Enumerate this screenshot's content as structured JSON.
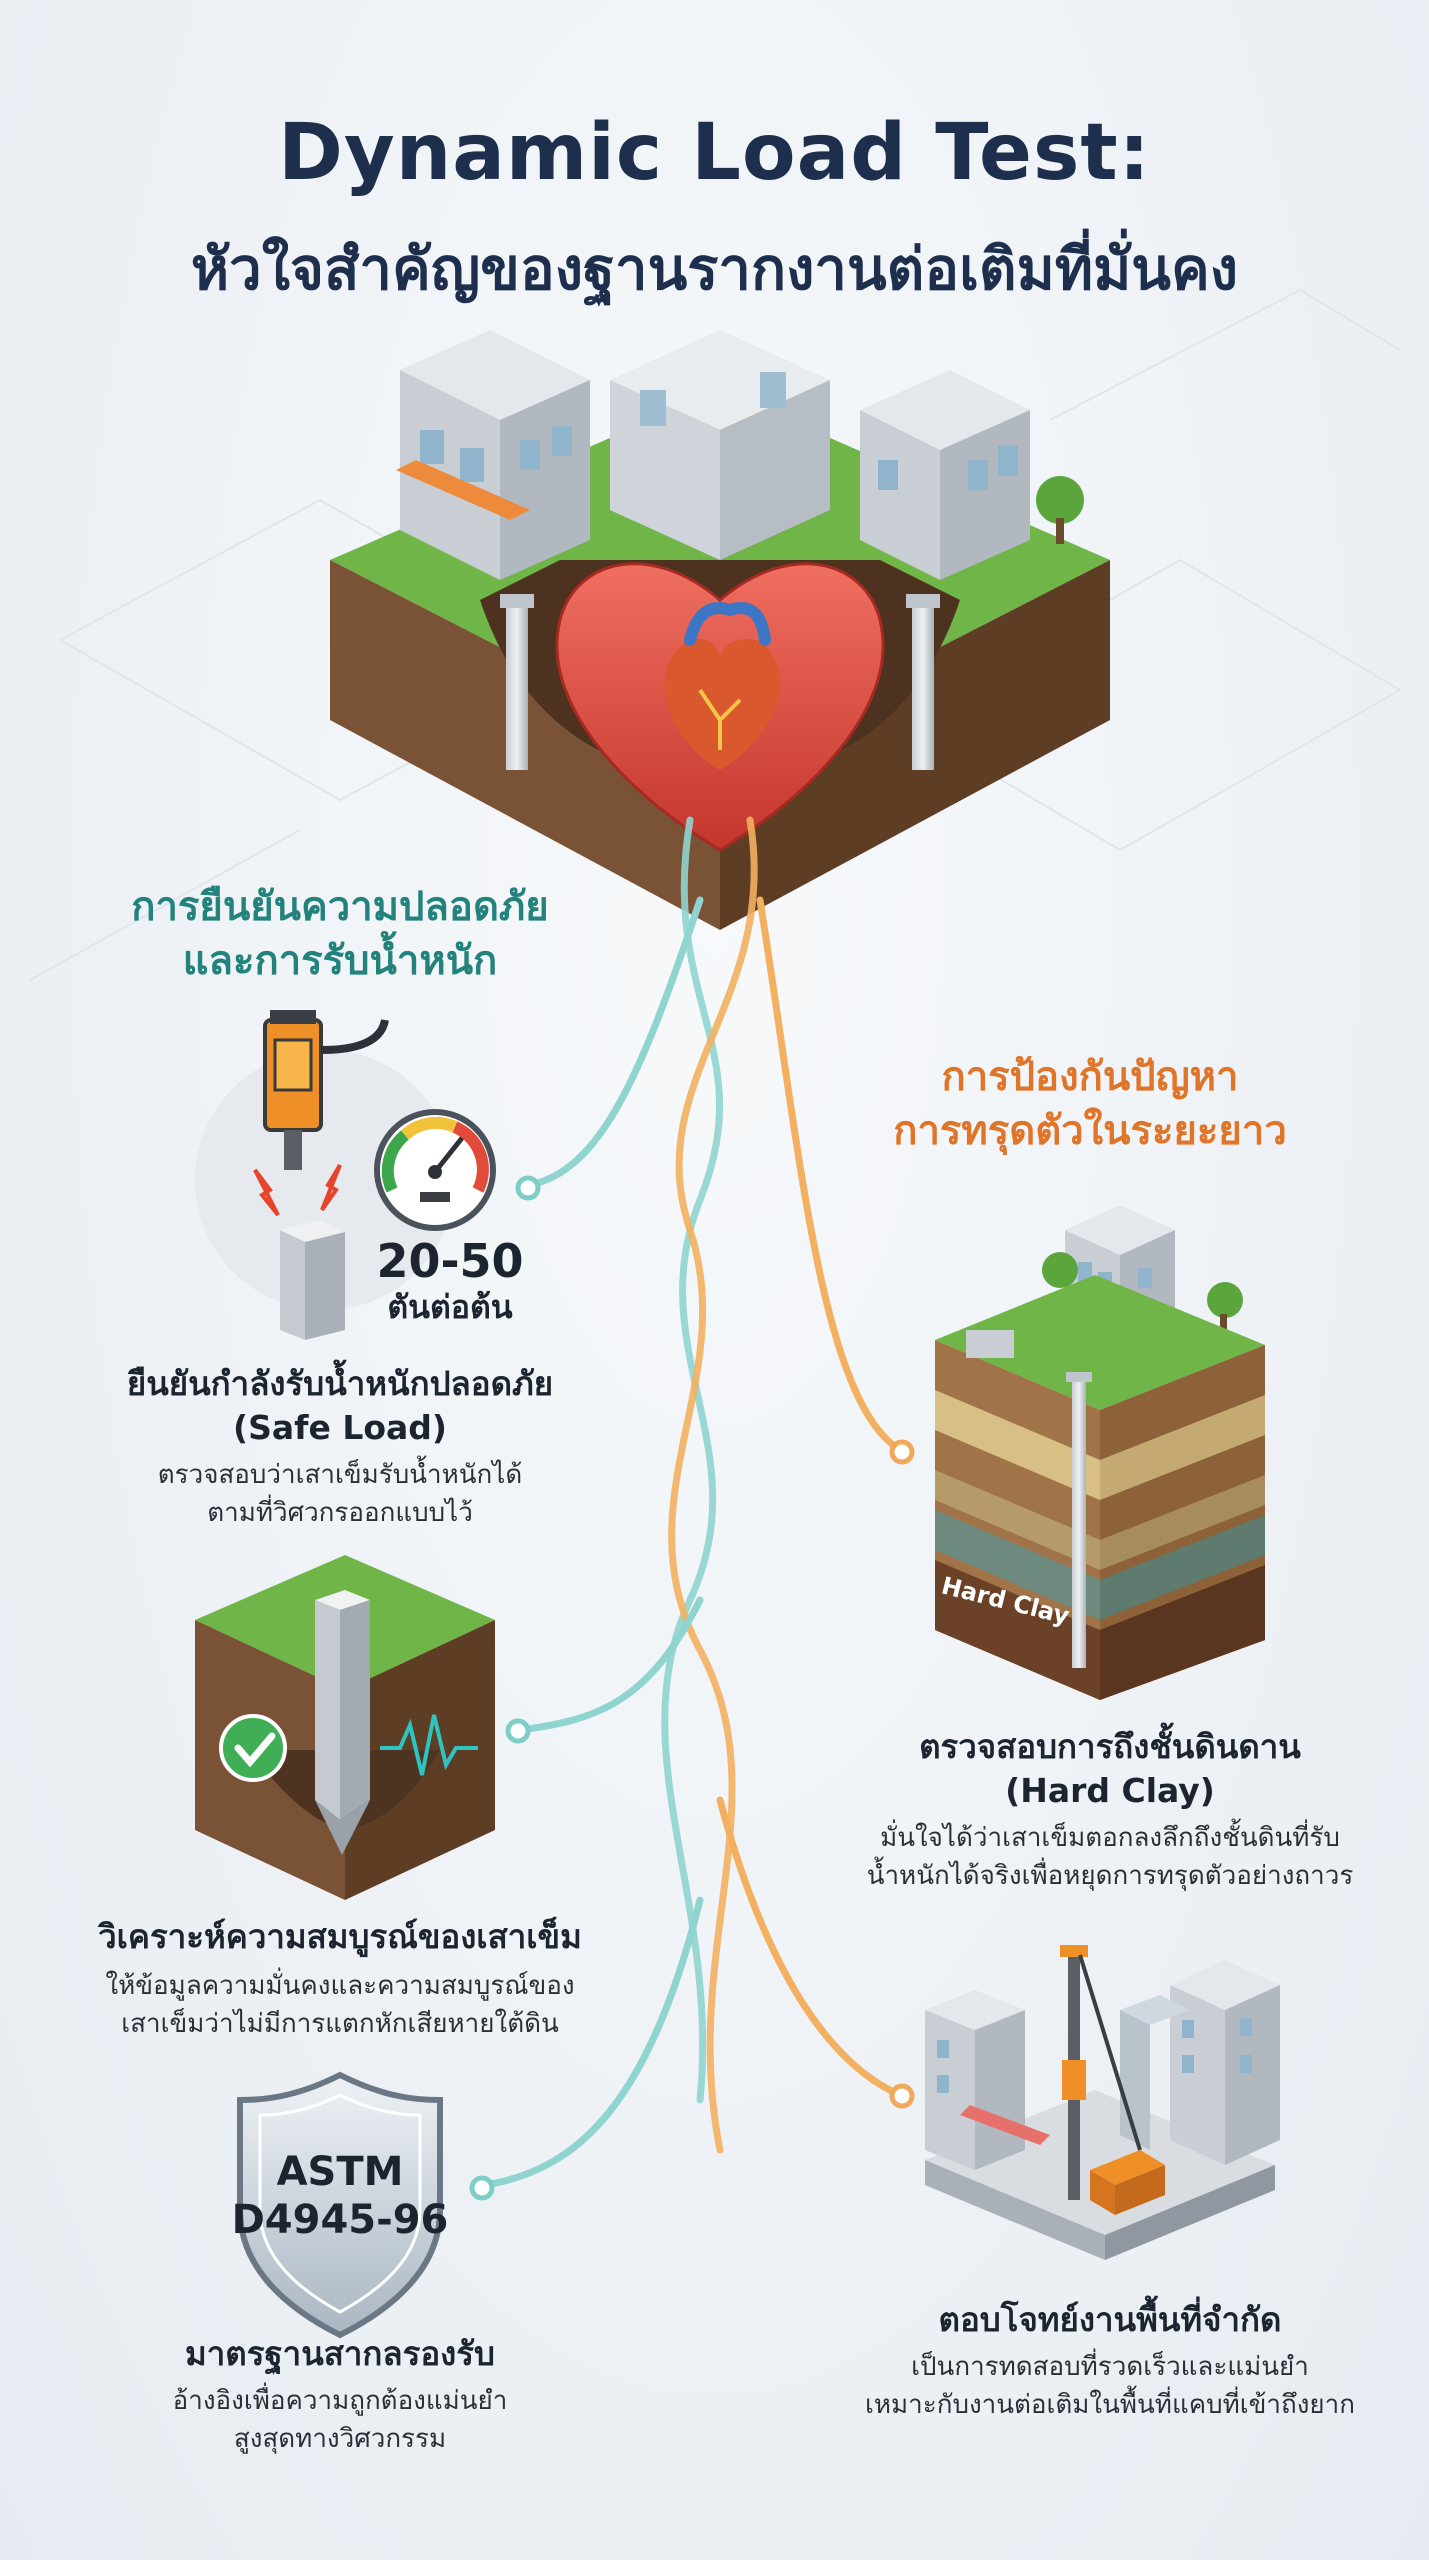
{
  "header": {
    "title_line1": "Dynamic Load Test:",
    "title_line2": "หัวใจสำคัญของฐานรากงานต่อเติมที่มั่นคง"
  },
  "left_section": {
    "heading_line1": "การยืนยันความปลอดภัย",
    "heading_line2": "และการรับน้ำหนัก"
  },
  "right_section": {
    "heading_line1": "การป้องกันปัญหา",
    "heading_line2": "การทรุดตัวในระยะยาว"
  },
  "gauge": {
    "value": "20-50",
    "unit": "ตันต่อต้น"
  },
  "items": {
    "safe_load": {
      "title_line1": "ยืนยันกำลังรับน้ำหนักปลอดภัย",
      "title_line2": "(Safe Load)",
      "body_line1": "ตรวจสอบว่าเสาเข็มรับน้ำหนักได้",
      "body_line2": "ตามที่วิศวกรออกแบบไว้"
    },
    "integrity": {
      "title_line1": "วิเคราะห์ความสมบูรณ์ของเสาเข็ม",
      "body_line1": "ให้ข้อมูลความมั่นคงและความสมบูรณ์ของ",
      "body_line2": "เสาเข็มว่าไม่มีการแตกหักเสียหายใต้ดิน"
    },
    "standard": {
      "badge_line1": "ASTM",
      "badge_line2": "D4945-96",
      "title_line1": "มาตรฐานสากลรองรับ",
      "body_line1": "อ้างอิงเพื่อความถูกต้องแม่นยำ",
      "body_line2": "สูงสุดทางวิศวกรรม"
    },
    "hard_clay": {
      "layer_label": "Hard Clay",
      "title_line1": "ตรวจสอบการถึงชั้นดินดาน",
      "title_line2": "(Hard Clay)",
      "body_line1": "มั่นใจได้ว่าเสาเข็มตอกลงลึกถึงชั้นดินที่รับ",
      "body_line2": "น้ำหนักได้จริงเพื่อหยุดการทรุดตัวอย่างถาวร"
    },
    "limited_space": {
      "title_line1": "ตอบโจทย์งานพื้นที่จำกัด",
      "body_line1": "เป็นการทดสอบที่รวดเร็วและแม่นยำ",
      "body_line2": "เหมาะกับงานต่อเติมในพื้นที่แคบที่เข้าถึงยาก"
    }
  },
  "colors": {
    "title": "#1d2f4c",
    "teal": "#23827c",
    "orange": "#e07428",
    "grass": "#6fb548",
    "soil": "#7a5235",
    "heart": "#d9483d"
  }
}
